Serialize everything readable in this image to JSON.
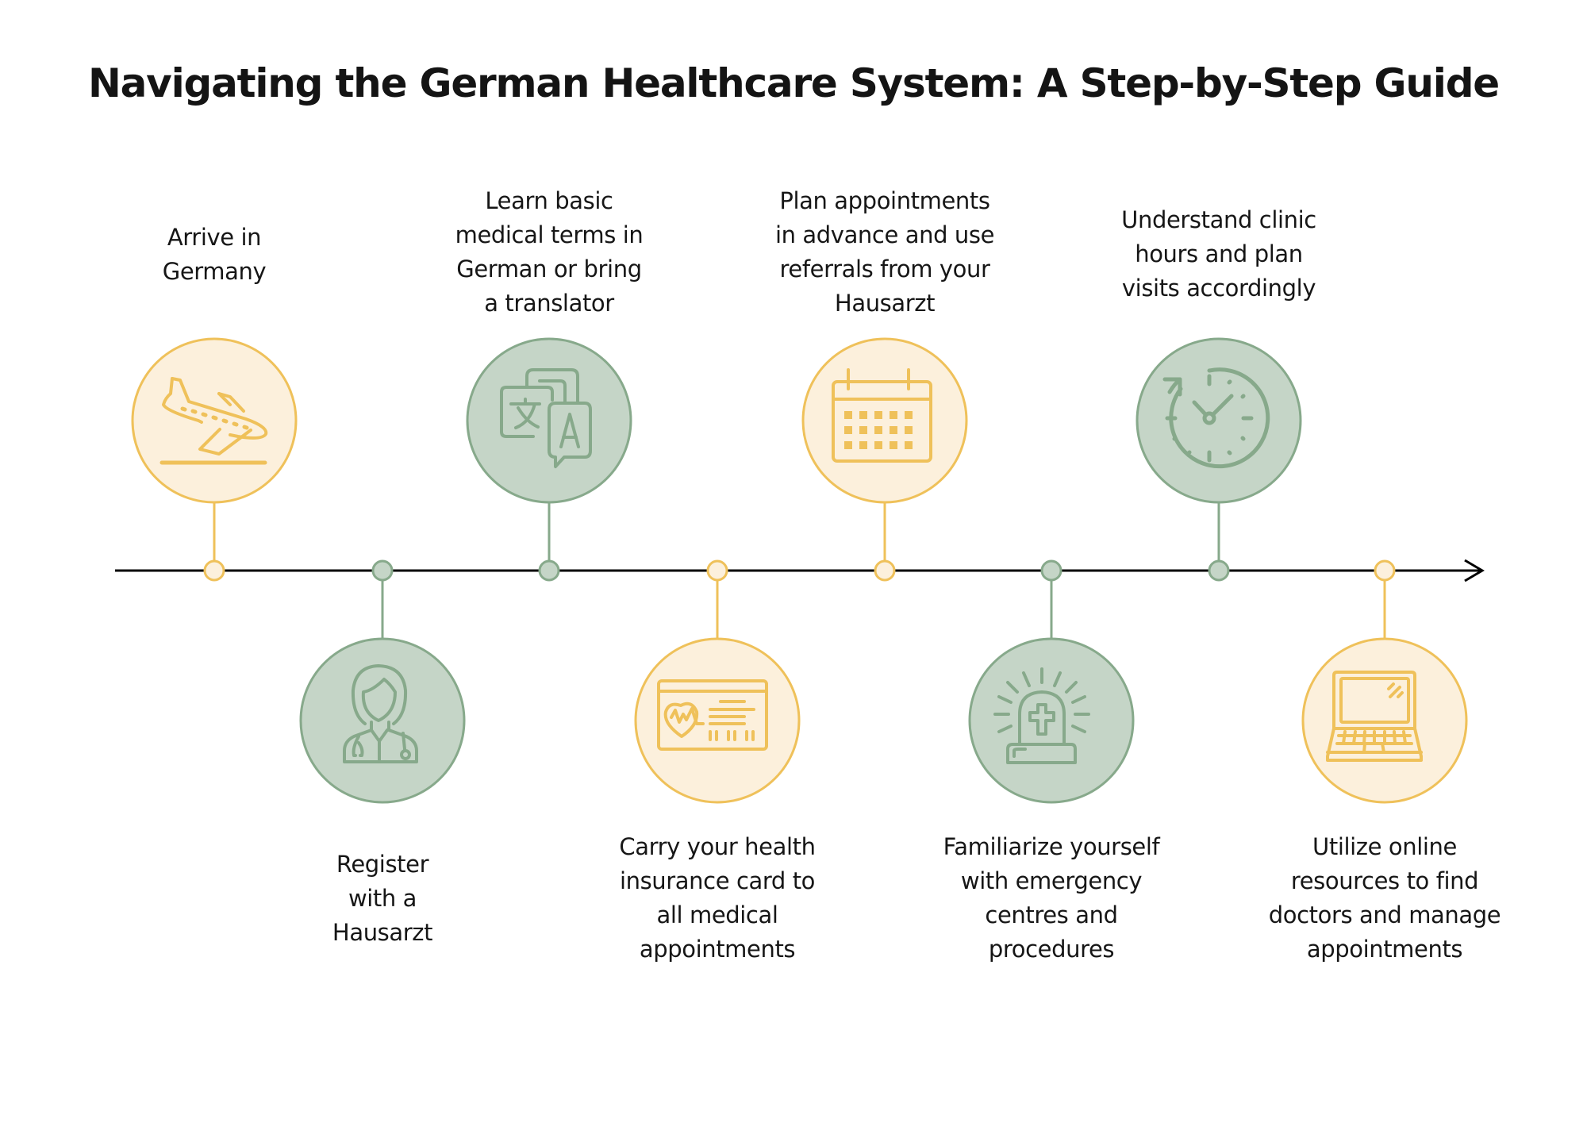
{
  "title": "Navigating the German Healthcare System: A Step-by-Step Guide",
  "colors": {
    "yellow_fill": "#FCF0DC",
    "yellow_stroke": "#EFC15A",
    "green_fill": "#C5D5C7",
    "green_stroke": "#87A98B",
    "timeline": "#000000"
  },
  "steps": [
    {
      "label": "Arrive in\nGermany",
      "icon": "airplane-landing-icon",
      "position": "top",
      "color": "yellow"
    },
    {
      "label": "Register\nwith a\nHausarzt",
      "icon": "female-doctor-icon",
      "position": "bottom",
      "color": "green"
    },
    {
      "label": "Learn basic\nmedical terms in\nGerman or bring\na translator",
      "icon": "translate-icon",
      "position": "top",
      "color": "green"
    },
    {
      "label": "Carry your health\ninsurance card to\nall medical\nappointments",
      "icon": "health-insurance-card-icon",
      "position": "bottom",
      "color": "yellow"
    },
    {
      "label": "Plan appointments\nin advance and use\nreferrals from your\nHausarzt",
      "icon": "calendar-icon",
      "position": "top",
      "color": "yellow"
    },
    {
      "label": "Familiarize yourself\nwith emergency\ncentres and\nprocedures",
      "icon": "emergency-siren-icon",
      "position": "bottom",
      "color": "green"
    },
    {
      "label": "Understand clinic\nhours and plan\nvisits accordingly",
      "icon": "clock-icon",
      "position": "top",
      "color": "green"
    },
    {
      "label": "Utilize online\nresources to find\ndoctors and manage\nappointments",
      "icon": "laptop-icon",
      "position": "bottom",
      "color": "yellow"
    }
  ]
}
